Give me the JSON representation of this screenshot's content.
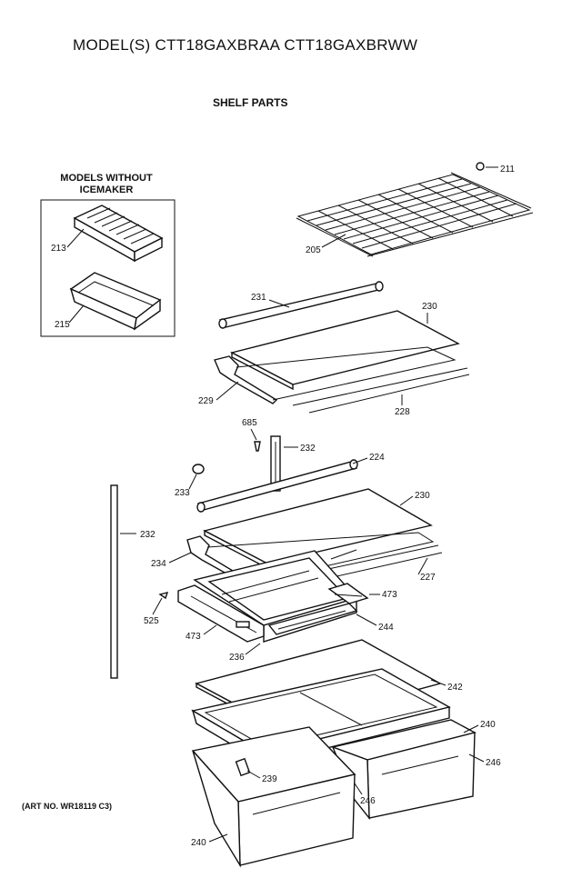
{
  "header": {
    "model_title": "MODEL(S) CTT18GAXBRAA  CTT18GAXBRWW",
    "section_title": "SHELF PARTS"
  },
  "inset_box": {
    "title_line1": "MODELS WITHOUT",
    "title_line2": "ICEMAKER"
  },
  "footer": {
    "art_no": "(ART NO. WR18119 C3)"
  },
  "callouts": {
    "c211": "211",
    "c205": "205",
    "c213": "213",
    "c215": "215",
    "c231": "231",
    "c230a": "230",
    "c229": "229",
    "c228": "228",
    "c685": "685",
    "c232a": "232",
    "c224": "224",
    "c233": "233",
    "c230b": "230",
    "c232b": "232",
    "c234": "234",
    "c227": "227",
    "c473a": "473",
    "c525": "525",
    "c473b": "473",
    "c244": "244",
    "c236": "236",
    "c242": "242",
    "c240a": "240",
    "c246a": "246",
    "c239": "239",
    "c246b": "246",
    "c240b": "240"
  }
}
